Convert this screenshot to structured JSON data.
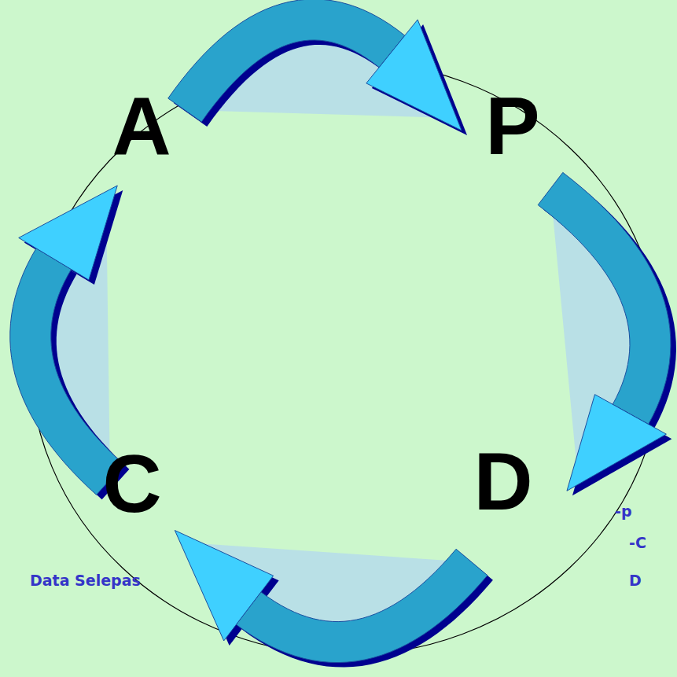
{
  "diagram": {
    "labels": [
      "A",
      "P",
      "C",
      "D",
      "Data Selepas",
      "-p",
      "-C",
      "D"
    ]
  }
}
